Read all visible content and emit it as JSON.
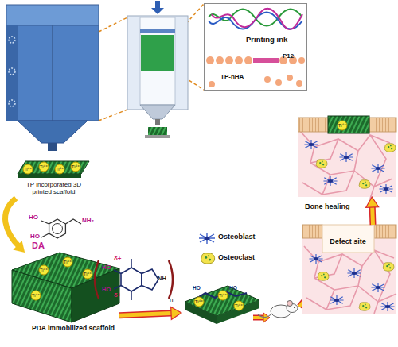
{
  "diagram": {
    "nodes": [
      {
        "text": [
          "Printing ink",
          "P12",
          "TP-nHA"
        ]
      },
      {
        "text": [
          "TP incorporated 3D printed scaffold",
          "Ti⁴⁺",
          "Ti⁴⁺",
          "Ti⁴⁺",
          "Ti⁴⁺"
        ]
      },
      {
        "text": [
          "Ti⁴⁺",
          "Ti⁴⁺",
          "Ti⁴⁺",
          "Ti⁴⁺",
          "HO",
          "HO",
          "δ+",
          "δ+",
          "NH",
          "n"
        ]
      },
      {
        "text": [
          "HO",
          "HO",
          "Ti⁴⁺",
          "Ti⁴⁺",
          "Ti⁴⁺"
        ]
      },
      {
        "text": [
          "Defect site"
        ]
      },
      {
        "text": [
          "Ti⁴⁺"
        ]
      }
    ],
    "edges": [
      {
        "from": 1,
        "to": 2,
        "arrow": "to",
        "label": "DA"
      },
      {
        "from": 2,
        "to": 3,
        "arrow": "to",
        "label": "PDA immobilized scaffold"
      },
      {
        "from": 4,
        "to": 5,
        "arrow": "to",
        "label": "Bone healing"
      }
    ],
    "labels": [
      "HO",
      "HO",
      "NH₂"
    ],
    "legend": [
      {
        "text": "Osteoblast"
      },
      {
        "text": "Osteoclast"
      }
    ]
  }
}
